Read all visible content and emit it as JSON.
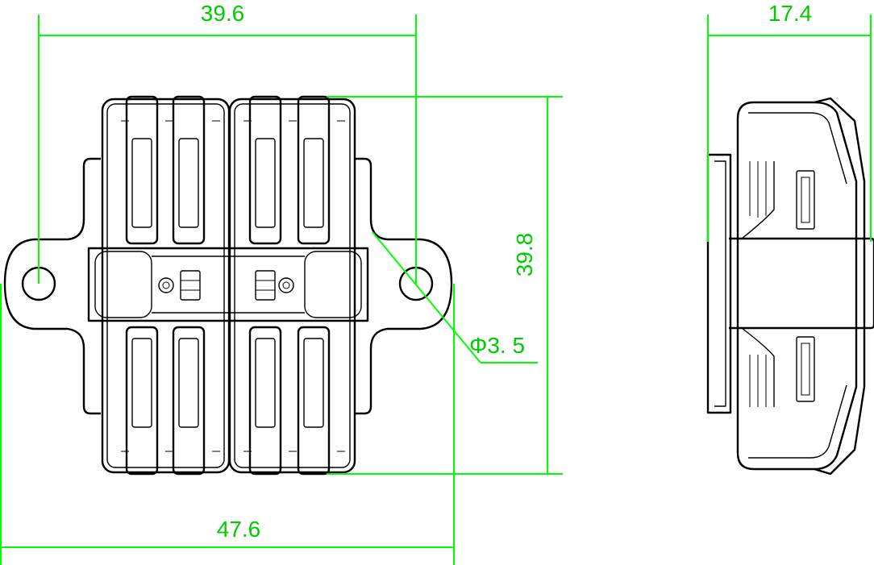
{
  "drawing": {
    "dimensions": {
      "top_width": "39.6",
      "side_width": "17.4",
      "height": "39.8",
      "hole_diameter": "Φ3. 5",
      "bottom_width": "47.6"
    }
  }
}
